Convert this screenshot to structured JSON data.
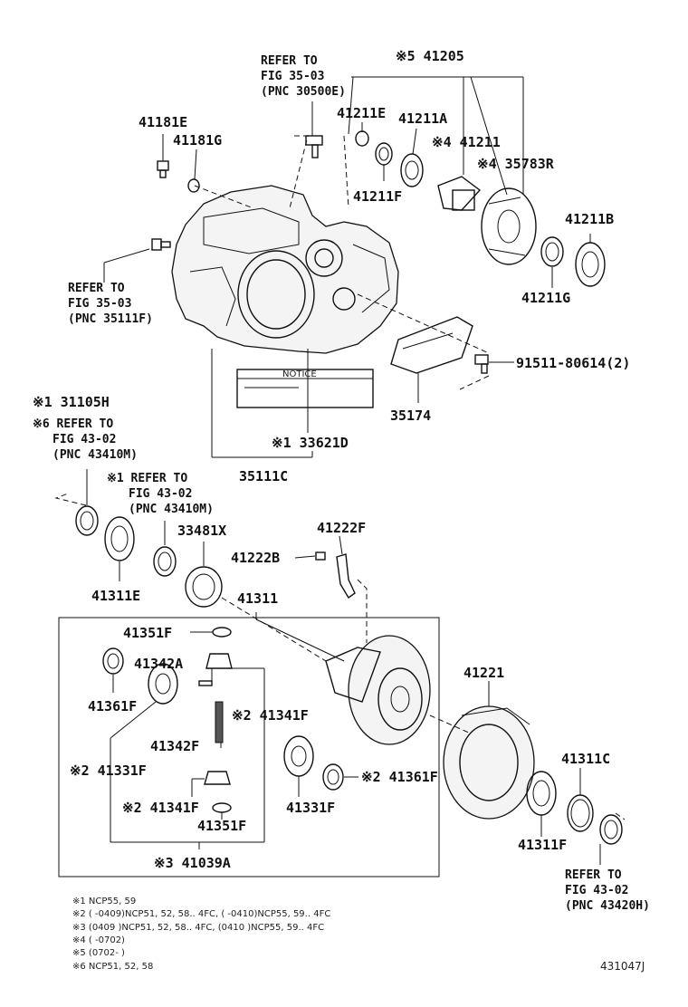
{
  "labels": {
    "p41205": "※5 41205",
    "p41181e": "41181E",
    "p41181g": "41181G",
    "p41211e": "41211E",
    "p41211a": "41211A",
    "p41211": "※4 41211",
    "p35783r": "※4 35783R",
    "p41211f_top": "41211F",
    "p41211b": "41211B",
    "p41211g": "41211G",
    "p91511": "91511-80614(2)",
    "p35174": "35174",
    "p33621d": "※1 33621D",
    "p35111c": "35111C",
    "p31105h": "※1 31105H",
    "p33481x": "33481X",
    "p41222f": "41222F",
    "p41222b": "41222B",
    "p41311e": "41311E",
    "p41311": "41311",
    "p41351f_a": "41351F",
    "p41342a": "41342A",
    "p41361f_a": "41361F",
    "p41341f_a": "※2 41341F",
    "p41342f": "41342F",
    "p41331f_a": "※2 41331F",
    "p41361f_b": "※2 41361F",
    "p41341f_b": "※2 41341F",
    "p41331f_b": "41331F",
    "p41351f_b": "41351F",
    "p41039a": "※3 41039A",
    "p41221": "41221",
    "p41311c": "41311C",
    "p41311f": "41311F"
  },
  "refs": {
    "r1": [
      "REFER TO",
      "FIG 35-03",
      "(PNC 30500E)"
    ],
    "r2": [
      "REFER TO",
      "FIG 35-03",
      "(PNC 35111F)"
    ],
    "r3": [
      "※6 REFER TO",
      "FIG 43-02",
      "(PNC 43410M)"
    ],
    "r4": [
      "※1 REFER TO",
      "FIG 43-02",
      "(PNC 43410M)"
    ],
    "r5": [
      "REFER TO",
      "FIG 43-02",
      "(PNC 43420H)"
    ]
  },
  "notice_label": "NOTICE",
  "footnotes": [
    "※1 NCP55, 59",
    "※2 (    -0409)NCP51, 52, 58.. 4FC, (    -0410)NCP55, 59.. 4FC",
    "※3 (0409    )NCP51, 52, 58.. 4FC, (0410    )NCP55, 59.. 4FC",
    "※4 (    -0702)",
    "※5 (0702-    )",
    "※6 NCP51, 52, 58"
  ],
  "figure_id": "431047J"
}
